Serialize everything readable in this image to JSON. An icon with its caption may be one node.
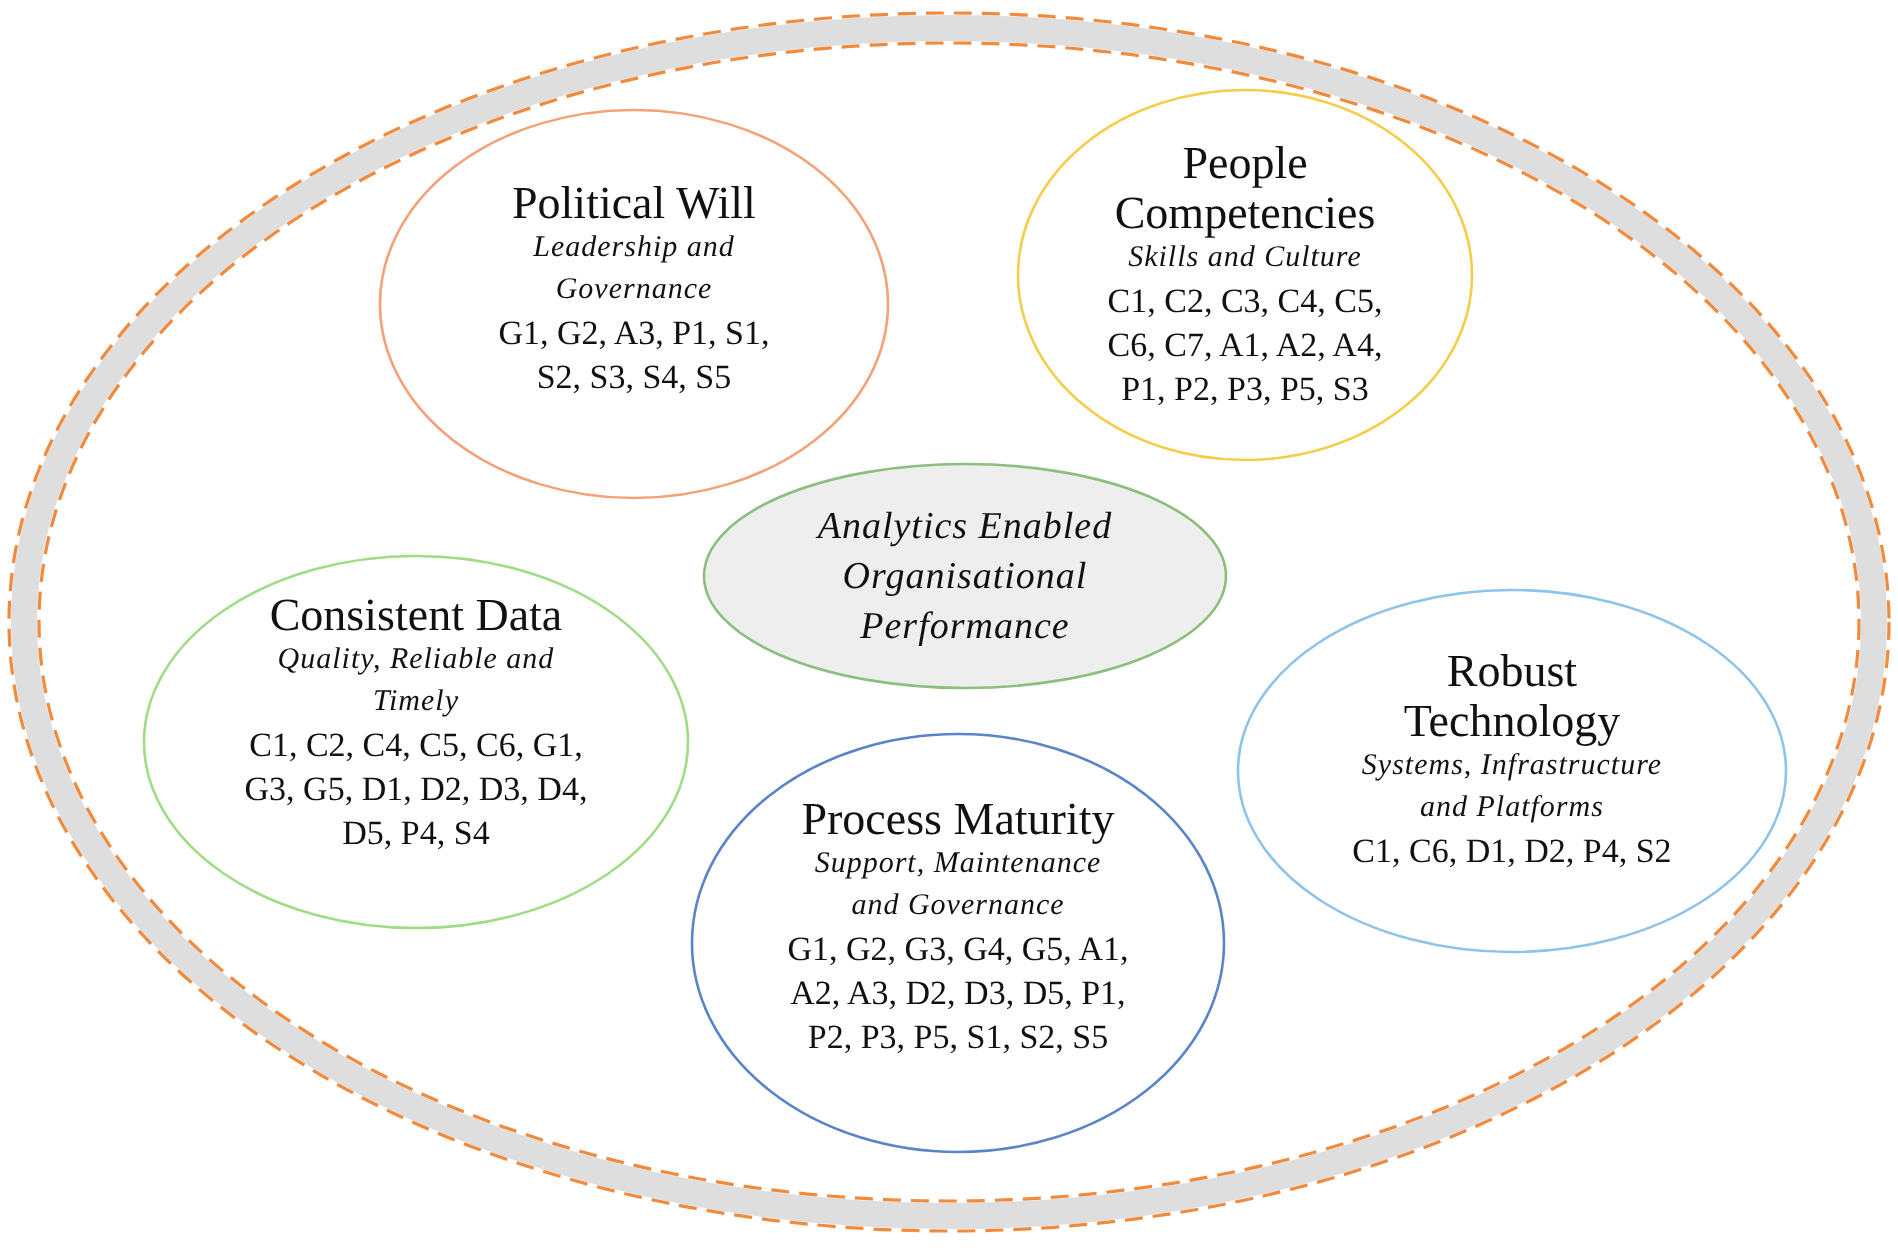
{
  "diagram": {
    "nodes": [
      {
        "text": [],
        "shape": "ellipse"
      },
      {
        "text": [
          "Political Will",
          "Leadership and Governance",
          "G1, G2, A3, P1, S1, S2, S3, S4, S5"
        ],
        "in": 0
      },
      {
        "text": [
          "People Competencies",
          "Skills and Culture",
          "C1, C2, C3, C4, C5, C6, C7, A1, A2, A4, P1, P2, P3, P5, S3"
        ],
        "in": 0
      },
      {
        "text": [
          "Analytics Enabled Organisational Performance"
        ],
        "in": 0
      },
      {
        "text": [
          "Consistent Data",
          "Quality, Reliable and Timely",
          "C1, C2, C4, C5, C6, G1, G3, G5, D1, D2, D3, D4, D5, P4, S4"
        ],
        "in": 0
      },
      {
        "text": [
          "Robust Technology",
          "Systems, Infrastructure and Platforms",
          "C1, C6, D1, D2, P4, S2"
        ],
        "in": 0
      },
      {
        "text": [
          "Process Maturity",
          "Support, Maintenance and Governance",
          "G1, G2, G3, G4, G5, A1, A2, A3, D2, D3, D5, P1, P2, P3, P5, S1, S2, S5"
        ],
        "in": 0
      }
    ]
  }
}
